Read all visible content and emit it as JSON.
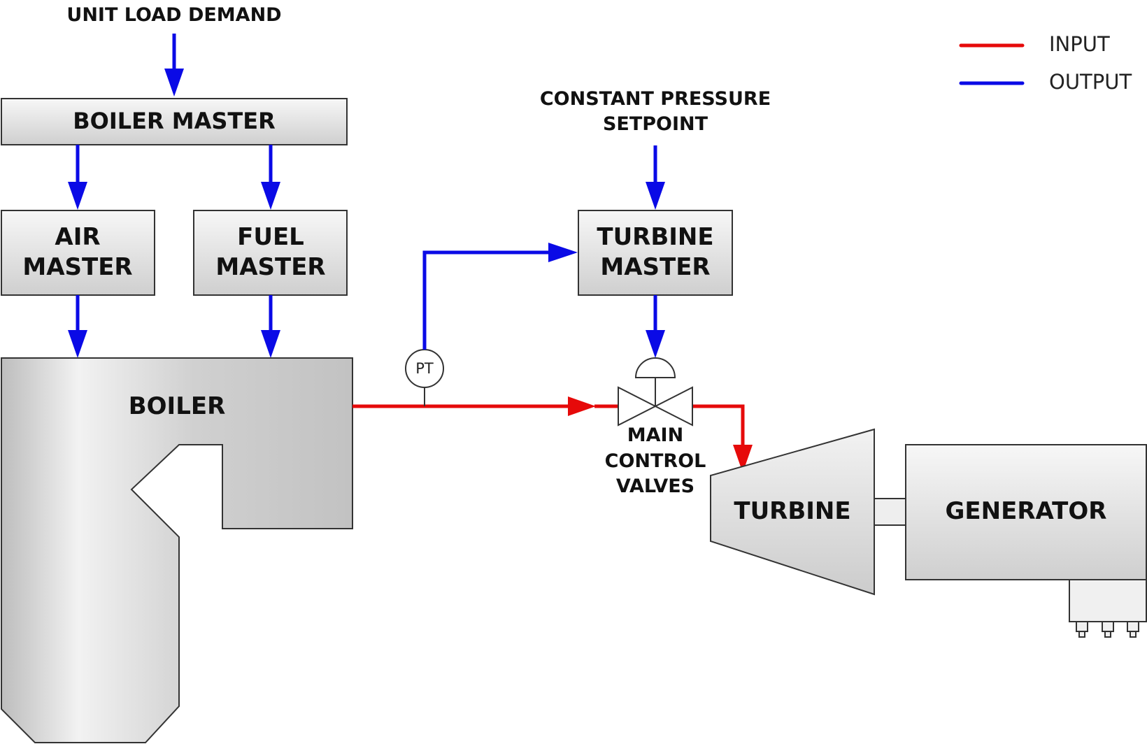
{
  "title": "UNIT LOAD DEMAND",
  "legend": {
    "input_label": "INPUT",
    "output_label": "OUTPUT",
    "input_color": "#e60a0a",
    "output_color": "#0a0ae6"
  },
  "blocks": {
    "boiler_master": "BOILER MASTER",
    "air_master": [
      "AIR",
      "MASTER"
    ],
    "fuel_master": [
      "FUEL",
      "MASTER"
    ],
    "turbine_master": [
      "TURBINE",
      "MASTER"
    ],
    "boiler": "BOILER",
    "turbine": "TURBINE",
    "generator": "GENERATOR"
  },
  "setpoint": [
    "CONSTANT PRESSURE",
    "SETPOINT"
  ],
  "transmitter": "PT",
  "valve_label": [
    "MAIN",
    "CONTROL",
    "VALVES"
  ]
}
